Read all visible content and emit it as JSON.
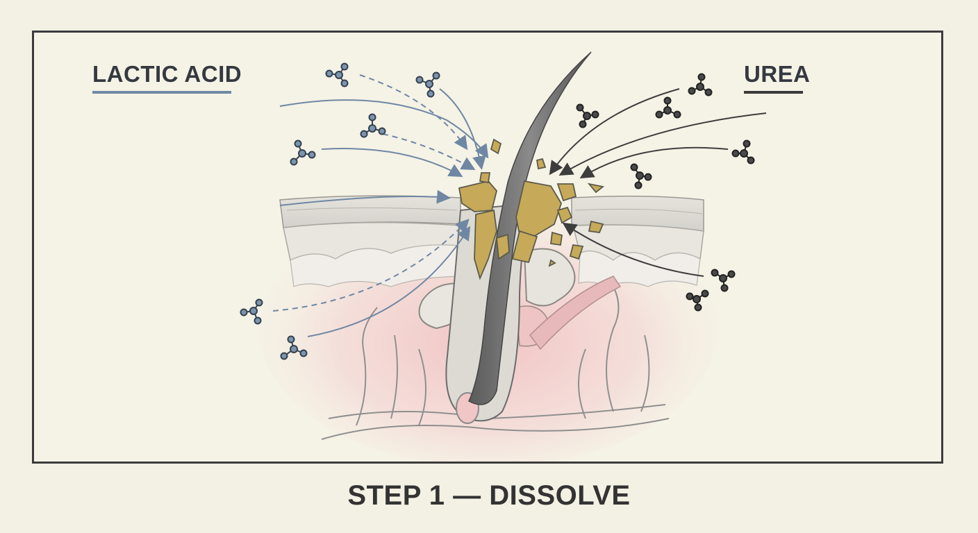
{
  "diagram": {
    "label_left": "LACTIC ACID",
    "label_right": "UREA",
    "caption": "STEP 1 — DISSOLVE",
    "colors": {
      "lactic_acid": "#6f87a3",
      "urea": "#3d3d3d",
      "keratin_plug": "#c7a95a",
      "dermis": "#f0c9c8",
      "hair": "#6b6b6b",
      "frame": "#3b3b3b",
      "background": "#f5f2e6"
    },
    "icons": [
      "molecule-icon",
      "arrow-icon",
      "hair-follicle-icon"
    ]
  }
}
